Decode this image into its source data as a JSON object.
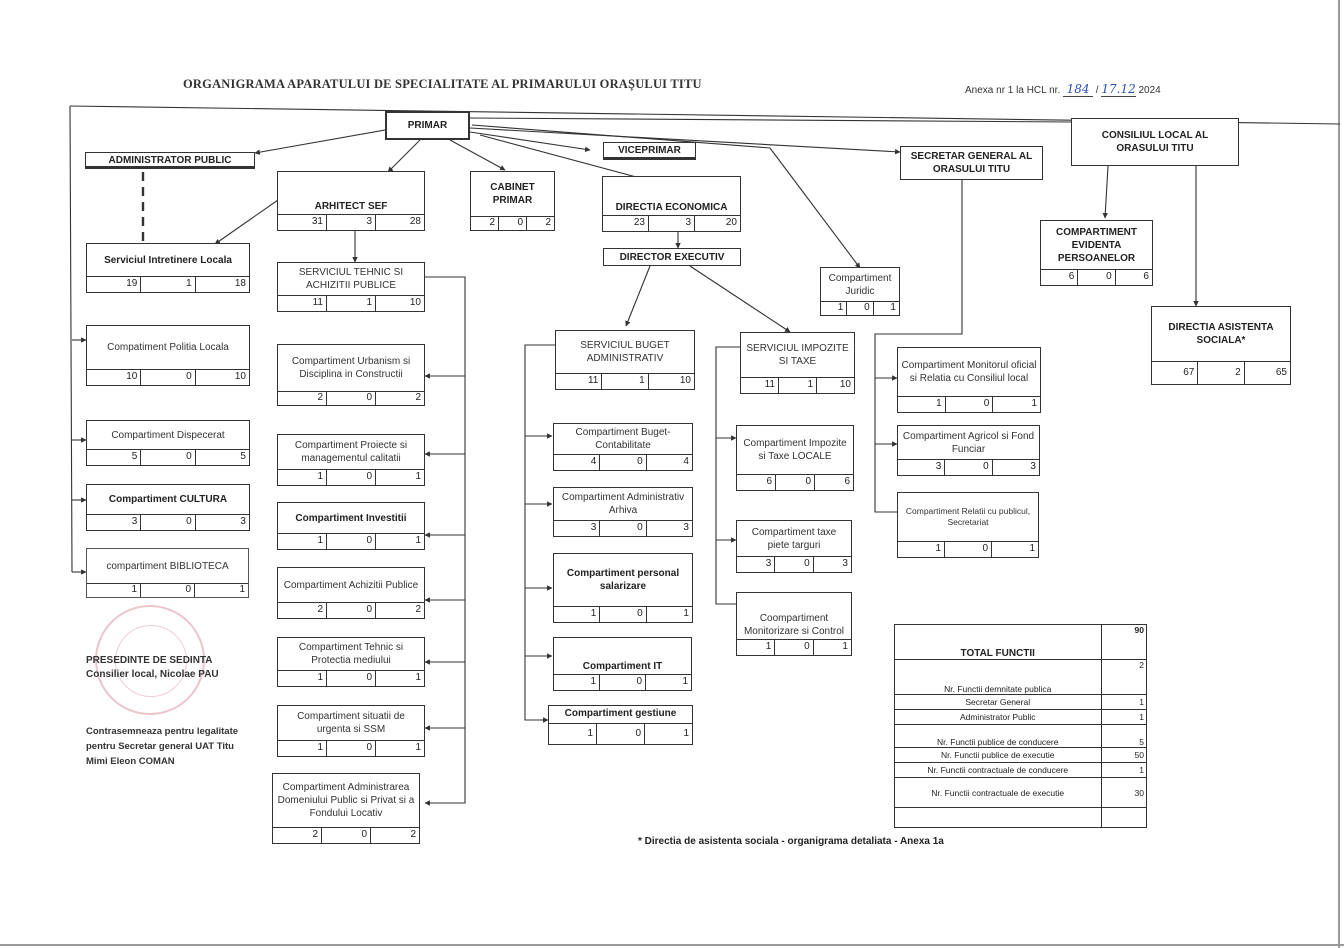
{
  "title": "ORGANIGRAMA APARATULUI DE SPECIALITATE AL PRIMARULUI ORAŞULUI TITU",
  "anexa": {
    "prefix": "Anexa nr 1 la HCL nr.",
    "nr": "184",
    "sep": "/",
    "date": "17.12",
    "year": "2024"
  },
  "boxes": {
    "primar": {
      "name": "PRIMAR"
    },
    "administrator": {
      "name": "ADMINISTRATOR PUBLIC"
    },
    "viceprimar": {
      "name": "VICEPRIMAR"
    },
    "secretar": {
      "name": "SECRETAR GENERAL  AL ORASULUI TITU"
    },
    "consiliu": {
      "name": "CONSILIUL LOCAL AL ORASULUI TITU"
    },
    "arhitect": {
      "name": "ARHITECT SEF",
      "nums": [
        "31",
        "3",
        "28"
      ]
    },
    "cabinet": {
      "name": "CABINET PRIMAR",
      "nums": [
        "2",
        "0",
        "2"
      ]
    },
    "dir_economica": {
      "name": "DIRECTIA ECONOMICA",
      "nums": [
        "23",
        "3",
        "20"
      ]
    },
    "director_exec": {
      "name": "DIRECTOR EXECUTIV"
    },
    "evidenta": {
      "name": "COMPARTIMENT EVIDENTA PERSOANELOR",
      "nums": [
        "6",
        "0",
        "6"
      ]
    },
    "asistenta": {
      "name": "DIRECTIA ASISTENTA SOCIALA*",
      "nums": [
        "67",
        "2",
        "65"
      ]
    },
    "juridic": {
      "name": "Compartiment Juridic",
      "nums": [
        "1",
        "0",
        "1"
      ]
    },
    "intretinere": {
      "name": "Serviciul Intretinere Locala",
      "nums": [
        "19",
        "1",
        "18"
      ]
    },
    "politia": {
      "name": "Compatiment Politia Locala",
      "nums": [
        "10",
        "0",
        "10"
      ]
    },
    "dispecerat": {
      "name": "Compartiment Dispecerat",
      "nums": [
        "5",
        "0",
        "5"
      ]
    },
    "cultura": {
      "name": "Compartiment  CULTURA",
      "nums": [
        "3",
        "0",
        "3"
      ]
    },
    "biblioteca": {
      "name": "compartiment BIBLIOTECA",
      "nums": [
        "1",
        "0",
        "1"
      ]
    },
    "serv_tehnic": {
      "name": "SERVICIUL TEHNIC SI ACHIZITII PUBLICE",
      "nums": [
        "11",
        "1",
        "10"
      ]
    },
    "urbanism": {
      "name": "Compartiment Urbanism si Disciplina in Constructii",
      "nums": [
        "2",
        "0",
        "2"
      ]
    },
    "proiecte": {
      "name": "Compartiment Proiecte si managementul calitatii",
      "nums": [
        "1",
        "0",
        "1"
      ]
    },
    "investitii": {
      "name": "Compartiment  Investitii",
      "nums": [
        "1",
        "0",
        "1"
      ]
    },
    "achizitii": {
      "name": "Compartiment Achizitii Publice",
      "nums": [
        "2",
        "0",
        "2"
      ]
    },
    "protectia": {
      "name": "Compartiment Tehnic si Protectia mediului",
      "nums": [
        "1",
        "0",
        "1"
      ]
    },
    "urgenta": {
      "name": "Compartiment  situatii de urgenta si SSM",
      "nums": [
        "1",
        "0",
        "1"
      ]
    },
    "domeniu": {
      "name": "Compartiment Administrarea Domeniului Public si Privat si a Fondului Locativ",
      "nums": [
        "2",
        "0",
        "2"
      ]
    },
    "buget": {
      "name": "SERVICIUL BUGET ADMINISTRATIV",
      "nums": [
        "11",
        "1",
        "10"
      ]
    },
    "buget_contab": {
      "name": "Compartiment Buget-Contabilitate",
      "nums": [
        "4",
        "0",
        "4"
      ]
    },
    "arhiva": {
      "name": "Compartiment Administrativ Arhiva",
      "nums": [
        "3",
        "0",
        "3"
      ]
    },
    "personal": {
      "name": "Compartiment personal salarizare",
      "nums": [
        "1",
        "0",
        "1"
      ]
    },
    "it": {
      "name": "Compartiment IT",
      "nums": [
        "1",
        "0",
        "1"
      ]
    },
    "gestiune": {
      "name": "Compartiment  gestiune",
      "nums": [
        "1",
        "0",
        "1"
      ]
    },
    "impozite_serv": {
      "name": "SERVICIUL IMPOZITE SI TAXE",
      "nums": [
        "11",
        "1",
        "10"
      ]
    },
    "impozite_comp": {
      "name": "Compartiment Impozite si Taxe LOCALE",
      "nums": [
        "6",
        "0",
        "6"
      ]
    },
    "taxe_piete": {
      "name": "Compartiment taxe piete targuri",
      "nums": [
        "3",
        "0",
        "3"
      ]
    },
    "monitorizare": {
      "name": "Coompartiment Monitorizare si Control",
      "nums": [
        "1",
        "0",
        "1"
      ]
    },
    "monitorul": {
      "name": "Compartiment Monitorul oficial si Relatia cu Consiliul local",
      "nums": [
        "1",
        "0",
        "1"
      ]
    },
    "agricol": {
      "name": "Compartiment Agricol si Fond Funciar",
      "nums": [
        "3",
        "0",
        "3"
      ]
    },
    "relatii": {
      "name": "Compartiment  Relatii cu publicul, Secretariat",
      "nums": [
        "1",
        "0",
        "1"
      ]
    }
  },
  "signatures": {
    "presedinte_1": "PRESEDINTE DE SEDINTA",
    "presedinte_2": "Consilier local, Nicolae PAU",
    "contra_1": "Contrasemneaza pentru legalitate",
    "contra_2": "pentru Secretar general UAT Titu",
    "contra_3": "Mimi Eleon    COMAN"
  },
  "totals": {
    "header": "TOTAL FUNCTII",
    "total": "90",
    "rows": [
      {
        "label": "Nr. Functii demnitate publica",
        "value": "2"
      },
      {
        "label": "Secretar General",
        "value": "1"
      },
      {
        "label": "Administrator Public",
        "value": "1"
      },
      {
        "label": "Nr. Functii publice de conducere",
        "value": "5"
      },
      {
        "label": "Nr. Functii publice de executie",
        "value": "50"
      },
      {
        "label": "Nr. Functii contractuale de conducere",
        "value": "1"
      },
      {
        "label": "Nr. Functii contractuale de executie",
        "value": "30"
      },
      {
        "label": "",
        "value": ""
      }
    ]
  },
  "footnote": "* Directia de asistenta sociala - organigrama detaliata - Anexa 1a"
}
